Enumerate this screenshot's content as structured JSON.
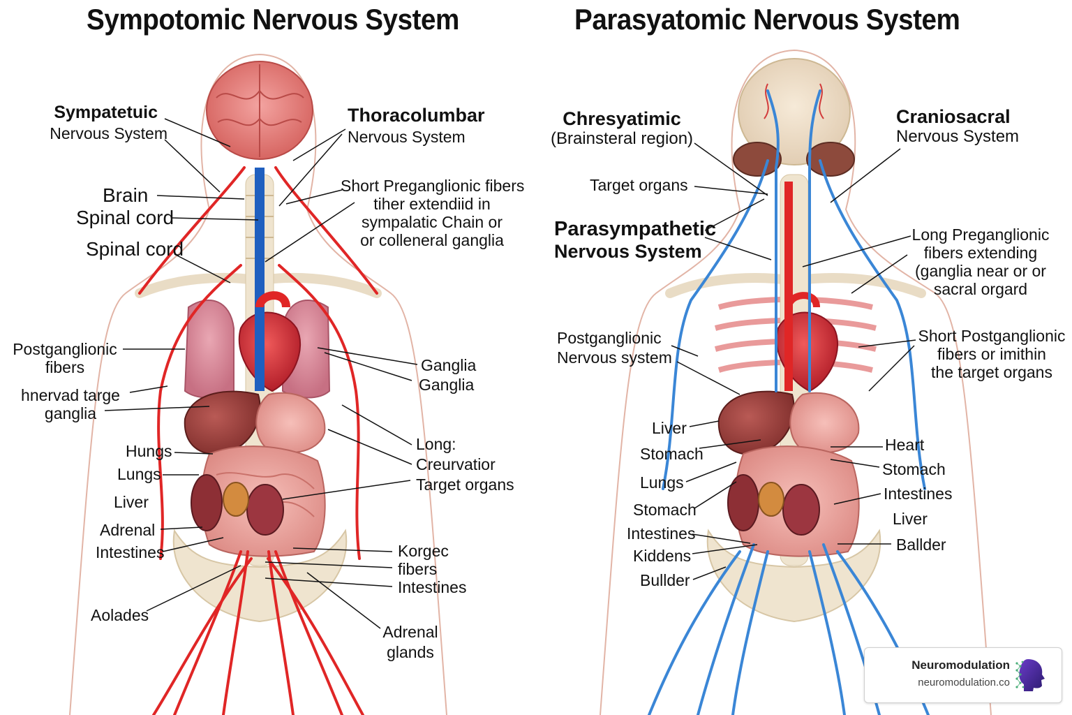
{
  "titles": {
    "left": "Sympotomic Nervous System",
    "right": "Parasyatomic Nervous System"
  },
  "left_labels": {
    "sympatetuic": [
      "Sympatetuic",
      "Nervous System"
    ],
    "thoracolumbar": [
      "Thoracolumbar",
      "Nervous System"
    ],
    "brain": "Brain",
    "spinal_cord_1": "Spinal cord",
    "spinal_cord_2": "Spinal cord",
    "short_pre": [
      "Short Preganglionic fibers",
      "tiher extendiid in",
      "sympalatic Chain or",
      "or colleneral ganglia"
    ],
    "postganglionic": [
      "Postganglionic",
      "fibers"
    ],
    "innervad": [
      "hnervad targe",
      "ganglia"
    ],
    "ganglia_1": "Ganglia",
    "ganglia_2": "Ganglia",
    "hungs": "Hungs",
    "lungs": "Lungs",
    "liver": "Liver",
    "adrenal": "Adrenal",
    "intestines": "Intestines",
    "long": [
      "Long:",
      "Creurvatior",
      "Target organs"
    ],
    "korgec": [
      "Korgec",
      "fibers",
      "Intestines"
    ],
    "aolades": "Aolades",
    "adrenal_glands": [
      "Adrenal",
      "glands"
    ]
  },
  "right_labels": {
    "chresyatimic": [
      "Chresyatimic",
      "(Brainsteral region)"
    ],
    "craniosacral": [
      "Craniosacral",
      "Nervous System"
    ],
    "target_organs": "Target organs",
    "parasympathetic": [
      "Parasympathetic",
      "Nervous System"
    ],
    "long_pre": [
      "Long Preganglionic",
      "fibers extending",
      "(ganglia near or or",
      "sacral orgard"
    ],
    "postganglionic": [
      "Postganglionic",
      "Nervous system"
    ],
    "short_post": [
      "Short Postganglionic",
      "fibers or imithin",
      "the target organs"
    ],
    "liver": "Liver",
    "stomach_1": "Stomach",
    "lungs": "Lungs",
    "stomach_2": "Stomach",
    "intestines": "Intestines",
    "kiddens": "Kiddens",
    "bullder": "Bullder",
    "heart": "Heart",
    "stomach_3": "Stomach",
    "intestines_2": "Intestines",
    "liver_2": "Liver",
    "ballder": "Ballder"
  },
  "badge": {
    "name": "Neuromodulation",
    "url": "neuromodulation.co",
    "logo_icon": "brain-profile-icon"
  },
  "colors": {
    "sympathetic_nerve": "#e02626",
    "parasympathetic_nerve": "#3a86d6",
    "spinal_vessel": "#1f5fbf",
    "skin_outline": "#d9a89a"
  }
}
